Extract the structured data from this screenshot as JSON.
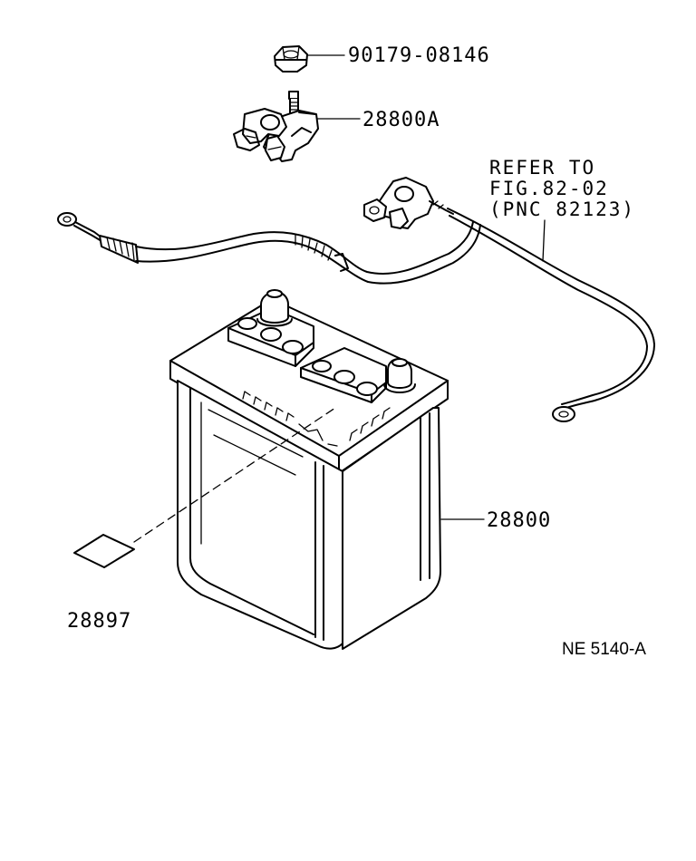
{
  "parts": {
    "nut": "90179-08146",
    "terminal_clamp": "28800A",
    "battery": "28800",
    "label": "28897"
  },
  "reference": {
    "line1": "REFER TO",
    "line2": "FIG.82-02",
    "line3": "(PNC 82123)"
  },
  "drawing_code": "NE 5140-A"
}
